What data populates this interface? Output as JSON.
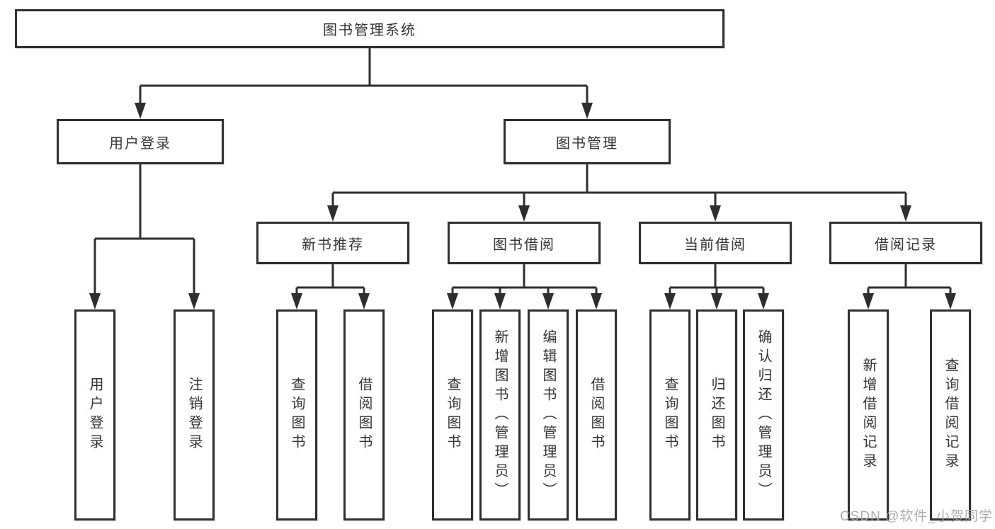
{
  "diagram": {
    "root": {
      "label": "图书管理系统"
    },
    "branches": [
      {
        "label": "用户登录",
        "leaves": [
          {
            "label": "用户登录"
          },
          {
            "label": "注销登录"
          }
        ]
      },
      {
        "label": "图书管理",
        "groups": [
          {
            "label": "新书推荐",
            "leaves": [
              {
                "label": "查询图书"
              },
              {
                "label": "借阅图书"
              }
            ]
          },
          {
            "label": "图书借阅",
            "leaves": [
              {
                "label": "查询图书"
              },
              {
                "label": "新增图书（管理员）"
              },
              {
                "label": "编辑图书（管理员）"
              },
              {
                "label": "借阅图书"
              }
            ]
          },
          {
            "label": "当前借阅",
            "leaves": [
              {
                "label": "查询图书"
              },
              {
                "label": "归还图书"
              },
              {
                "label": "确认归还（管理员）"
              }
            ]
          },
          {
            "label": "借阅记录",
            "leaves": [
              {
                "label": "新增借阅记录"
              },
              {
                "label": "查询借阅记录"
              }
            ]
          }
        ]
      }
    ],
    "colors": {
      "line": "#2e2e2e",
      "box_border": "#303030",
      "text": "#333333",
      "watermark": "#a6a6a6"
    }
  },
  "watermark": {
    "text": "CSDN @软件_小贺同学"
  }
}
